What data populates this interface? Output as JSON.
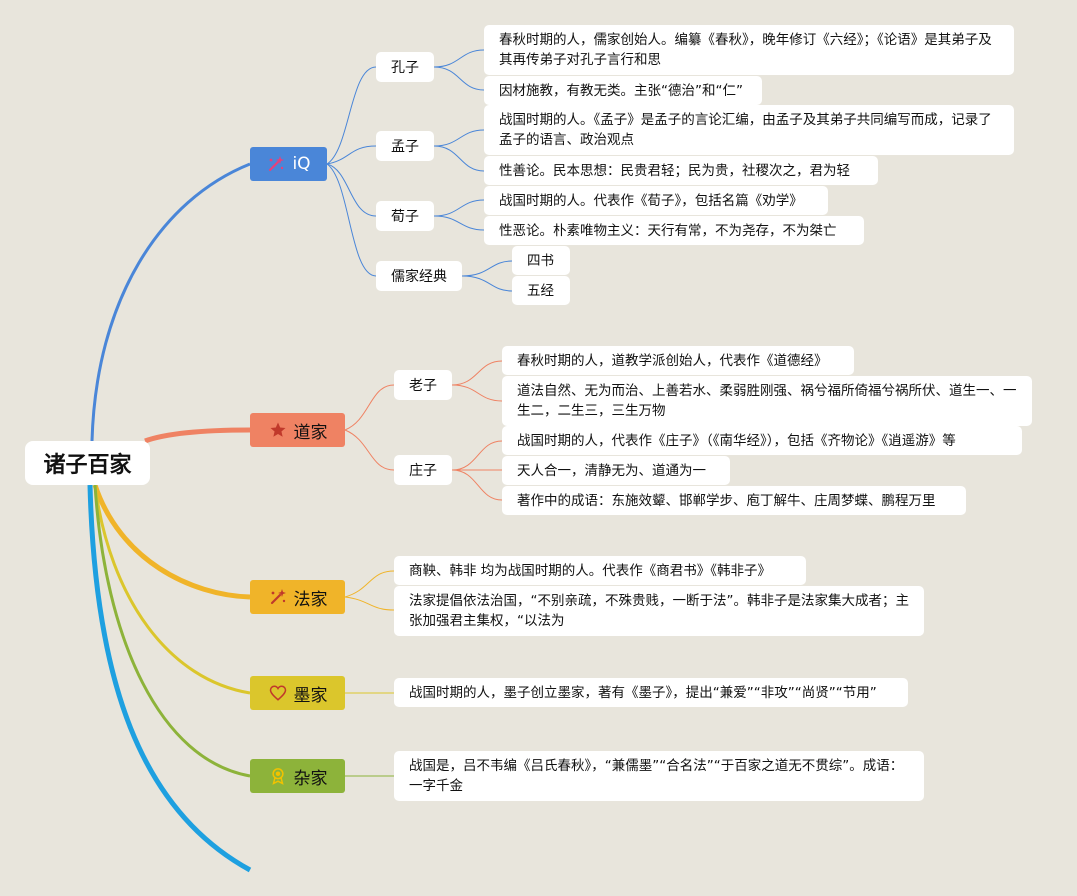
{
  "root": {
    "label": "诸子百家"
  },
  "colors": {
    "background": "#e8e5dc",
    "ru": "#4a86d8",
    "dao": "#ef8263",
    "fa": "#f0b429",
    "mo": "#dbc62c",
    "za": "#8db33a",
    "extra_line": "#1ea0e0"
  },
  "categories": {
    "ru": {
      "label": "iQ",
      "icon": "sparkle-wand-icon",
      "children": {
        "kongzi": {
          "label": "孔子",
          "leaves": [
            "春秋时期的人，儒家创始人。编纂《春秋》，晚年修订《六经》；《论语》是其弟子及其再传弟子对孔子言行和思",
            "因材施教，有教无类。主张“德治”和“仁”"
          ]
        },
        "mengzi": {
          "label": "孟子",
          "leaves": [
            "战国时期的人。《孟子》是孟子的言论汇编，由孟子及其弟子共同编写而成，记录了孟子的语言、政治观点",
            "性善论。民本思想：民贵君轻；民为贵，社稷次之，君为轻"
          ]
        },
        "xunzi": {
          "label": "荀子",
          "leaves": [
            "战国时期的人。代表作《荀子》，包括名篇《劝学》",
            "性恶论。朴素唯物主义：天行有常，不为尧存，不为桀亡"
          ]
        },
        "classics": {
          "label": "儒家经典",
          "leaves": [
            "四书",
            "五经"
          ]
        }
      }
    },
    "dao": {
      "label": "道家",
      "icon": "star-icon",
      "children": {
        "laozi": {
          "label": "老子",
          "leaves": [
            "春秋时期的人，道教学派创始人，代表作《道德经》",
            "道法自然、无为而治、上善若水、柔弱胜刚强、祸兮福所倚福兮祸所伏、道生一、一生二，二生三，三生万物"
          ]
        },
        "zhuangzi": {
          "label": "庄子",
          "leaves": [
            "战国时期的人，代表作《庄子》（《南华经》），包括《齐物论》《逍遥游》等",
            "天人合一，清静无为、道通为一",
            "著作中的成语：东施效颦、邯郸学步、庖丁解牛、庄周梦蝶、鹏程万里"
          ]
        }
      }
    },
    "fa": {
      "label": "法家",
      "icon": "sparkle-wand-icon",
      "leaves": [
        "商鞅、韩非 均为战国时期的人。代表作《商君书》《韩非子》",
        "法家提倡依法治国，“不别亲疏，不殊贵贱，一断于法”。韩非子是法家集大成者；主张加强君主集权，“以法为"
      ]
    },
    "mo": {
      "label": "墨家",
      "icon": "heart-icon",
      "leaves": [
        "战国时期的人，墨子创立墨家，著有《墨子》，提出“兼爱”“非攻”“尚贤”“节用”"
      ]
    },
    "za": {
      "label": "杂家",
      "icon": "medal-icon",
      "leaves": [
        "战国是，吕不韦编《吕氏春秋》，“兼儒墨”“合名法”“于百家之道无不贯综”。成语：一字千金"
      ]
    }
  }
}
